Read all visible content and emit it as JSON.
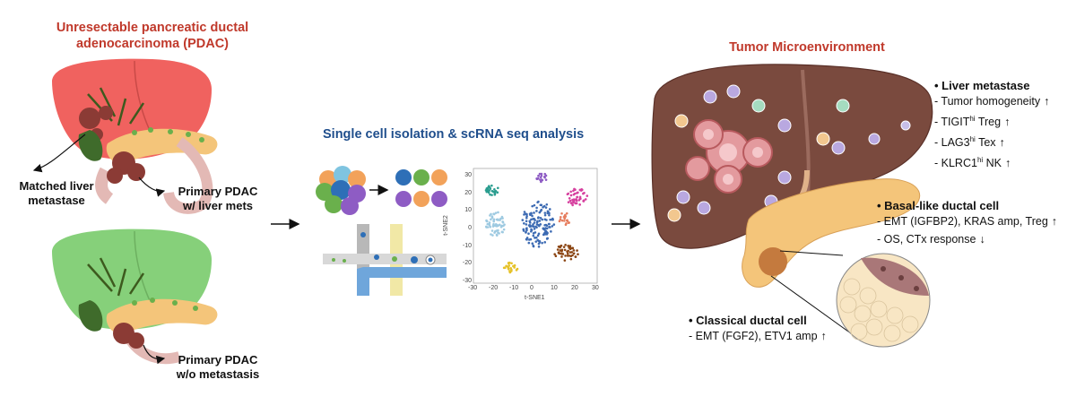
{
  "left": {
    "title_line1": "Unresectable pancreatic ductal",
    "title_line2": "adenocarcinoma (PDAC)",
    "matched_line1": "Matched liver",
    "matched_line2": "metastase",
    "primary_mets_line1": "Primary PDAC",
    "primary_mets_line2": "w/ liver mets",
    "primary_nomets_line1": "Primary PDAC",
    "primary_nomets_line2": "w/o metastasis"
  },
  "middle": {
    "title": "Single cell isolation & scRNA seq analysis",
    "tsne_ylabel": "t-SNE2",
    "tsne_xlabel": "t-SNE1",
    "x_ticks": [
      "-30",
      "-20",
      "-10",
      "0",
      "10",
      "20",
      "30"
    ],
    "y_ticks": [
      "30",
      "20",
      "10",
      "0",
      "-10",
      "-20",
      "-30"
    ]
  },
  "right": {
    "title": "Tumor Microenvironment",
    "liver_head": "Liver metastase",
    "liver_items": [
      {
        "text": "- Tumor homogeneity",
        "sup": "",
        "after": "",
        "arrow": "up"
      },
      {
        "text": "- TIGIT",
        "sup": "hi",
        "after": " Treg",
        "arrow": "up"
      },
      {
        "text": "- LAG3",
        "sup": "hi",
        "after": " Tex",
        "arrow": "up"
      },
      {
        "text": "- KLRC1",
        "sup": "hi",
        "after": " NK",
        "arrow": "up"
      }
    ],
    "basal_head": "Basal-like ductal cell",
    "basal_items": [
      {
        "text": "- EMT (IGFBP2), KRAS amp, Treg",
        "arrow": "up"
      },
      {
        "text": "- OS, CTx response",
        "arrow": "down"
      }
    ],
    "classical_head": "Classical ductal cell",
    "classical_items": [
      {
        "text": "- EMT (FGF2), ETV1 amp",
        "arrow": "up"
      }
    ]
  },
  "colors": {
    "liver_red": "#f0625f",
    "liver_green": "#86d07a",
    "liver_brown": "#7a4a3e",
    "pancreas": "#f4c57a",
    "title_red": "#c0392b",
    "title_blue": "#1f4e8c"
  }
}
